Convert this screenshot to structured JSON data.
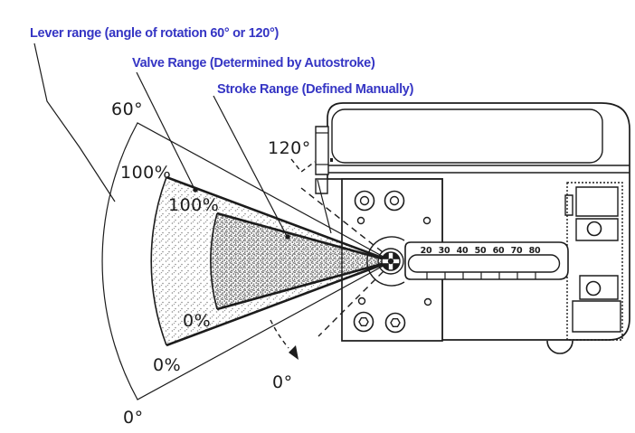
{
  "colors": {
    "annotation": "#3535c4",
    "ink": "#1c1c1c"
  },
  "annotations": {
    "lever_range": "Lever range (angle of rotation 60° or 120°)",
    "valve_range": "Valve Range (Determined by Autostroke)",
    "stroke_range": "Stroke Range (Defined Manually)"
  },
  "fan": {
    "lever_top": "60°",
    "valve_top": "100%",
    "stroke_top": "100%",
    "alt_lever": "120°",
    "stroke_bottom": "0%",
    "valve_bottom": "0%",
    "alt_zero": "0°",
    "lever_bottom": "0°"
  },
  "stroke_scale": {
    "numbers": [
      "20",
      "30",
      "40",
      "50",
      "60",
      "70",
      "80"
    ]
  }
}
